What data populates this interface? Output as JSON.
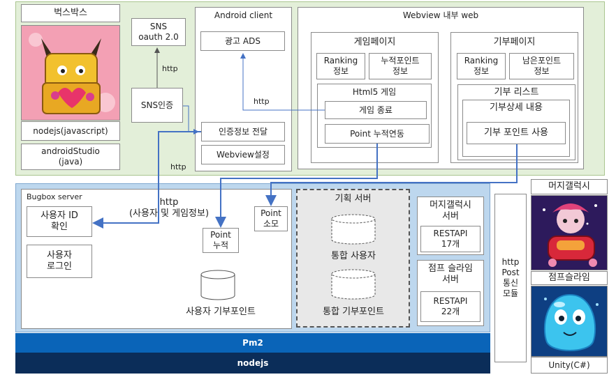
{
  "colors": {
    "top_bg": "#e3efd9",
    "top_border": "#a9c58f",
    "server_bg": "#bdd7ee",
    "server_border": "#7fa7cf",
    "pm2": "#0a64b8",
    "nodejs": "#0b2d59",
    "planning_bg": "#e8e8e8",
    "arrow": "#4472c4"
  },
  "top": {
    "buxbox": {
      "title": "벅스박스",
      "image_icon": "buxbox-mascot-image",
      "nodejs": "nodejs(javascript)",
      "android_studio": "androidStudio\n(java)"
    },
    "sns_oauth": "SNS\noauth 2.0",
    "sns_http": "http",
    "sns_auth": "SNS인증",
    "android": {
      "title": "Android client",
      "ads": "광고 ADS",
      "auth_transfer": "인증정보 전달",
      "webview_setting": "Webview설정"
    },
    "webview": {
      "title": "Webview 내부 web",
      "game": {
        "title": "게임페이지",
        "ranking": "Ranking\n정보",
        "accum_point": "누적포인트\n정보",
        "html5_title": "Html5 게임",
        "game_end": "게임 종료",
        "point_accum": "Point 누적연동"
      },
      "donate": {
        "title": "기부페이지",
        "ranking": "Ranking\n정보",
        "remain_point": "남은포인트\n정보",
        "list_title": "기부 리스트",
        "detail": "기부상세 내용",
        "use_point": "기부 포인트 사용"
      }
    },
    "http_ads": "http",
    "http_auth": "http"
  },
  "server": {
    "bugbox": {
      "title": "Bugbox server",
      "http_label": "http\n(사용자 및 게임정보)",
      "user_id": "사용자 ID\n확인",
      "user_login": "사용자\n로그인",
      "point_accum": "Point\n누적",
      "point_consume": "Point\n소모",
      "db_label": "사용자 기부포인트"
    },
    "planning": {
      "title": "기획 서버",
      "db1": "통합 사용자",
      "db2": "통합 기부포인트"
    },
    "mergy": {
      "title": "머지갤럭시\n서버",
      "restapi": "RESTAPI\n17개"
    },
    "jump": {
      "title": "점프 슬라임\n서버",
      "restapi": "RESTAPI\n22개"
    },
    "pm2": "Pm2",
    "nodejs": "nodejs"
  },
  "right": {
    "http_module": "http\nPost\n통신\n모듈",
    "mergy_title": "머지갤럭시",
    "mergy_image": "mergy-galaxy-character-image",
    "jump_title": "점프슬라임",
    "jump_image": "jump-slime-character-image",
    "unity": "Unity(C#)"
  }
}
